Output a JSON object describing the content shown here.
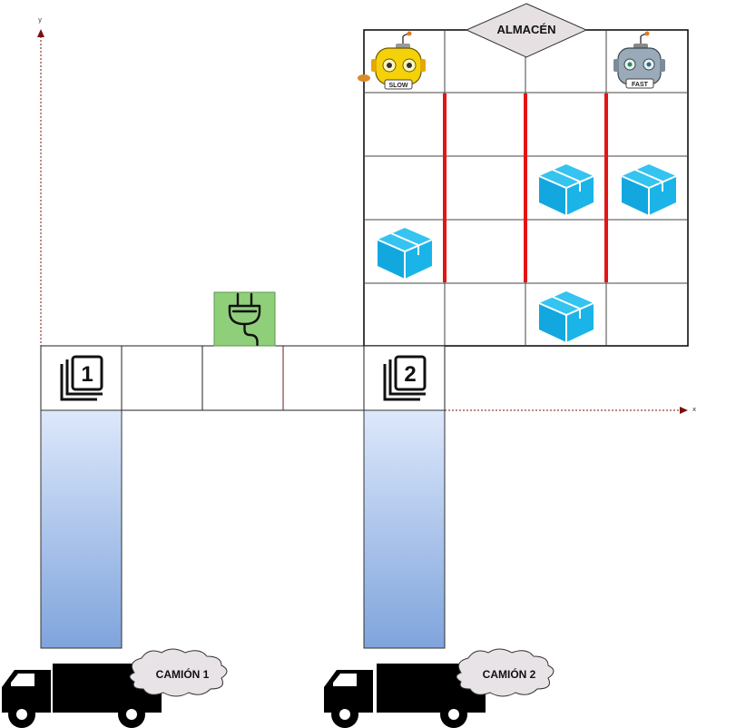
{
  "warehouse": {
    "label": "ALMACÉN"
  },
  "robots": {
    "slow": {
      "label": "SLOW",
      "color": "#f5d10a"
    },
    "fast": {
      "label": "FAST",
      "color": "#9aaab8"
    }
  },
  "docks": [
    {
      "label": "1"
    },
    {
      "label": "2"
    }
  ],
  "trucks": [
    {
      "label": "CAMIÓN 1"
    },
    {
      "label": "CAMIÓN 2"
    }
  ],
  "axes": {
    "x": "x",
    "y": "y"
  },
  "colors": {
    "wall": "#e51414",
    "box": "#1ab4e8",
    "charger_bg": "#8fcf7a",
    "lane_top": "#dde8fb",
    "lane_bottom": "#7fa4dc",
    "diamond": "#e6e0e2",
    "cloud": "#e8e3e6"
  }
}
